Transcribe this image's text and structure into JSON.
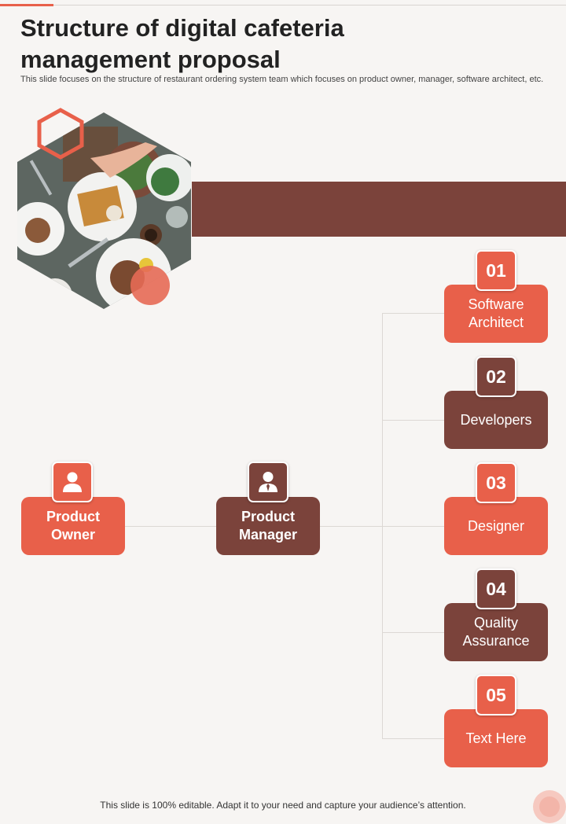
{
  "header": {
    "title": "Structure of digital cafeteria management proposal",
    "subtitle": "This slide focuses on the structure of restaurant ordering system team which focuses on product owner, manager, software architect, etc."
  },
  "colors": {
    "accent_orange": "#e8604a",
    "accent_brown": "#7b433b",
    "background": "#f7f5f3"
  },
  "org_chart": {
    "owner": {
      "label": "Product Owner",
      "icon": "user-icon"
    },
    "manager": {
      "label": "Product Manager",
      "icon": "manager-icon"
    },
    "roles": [
      {
        "number": "01",
        "label": "Software Architect"
      },
      {
        "number": "02",
        "label": "Developers"
      },
      {
        "number": "03",
        "label": "Designer"
      },
      {
        "number": "04",
        "label": "Quality Assurance"
      },
      {
        "number": "05",
        "label": "Text Here"
      }
    ]
  },
  "footer": {
    "text": "This slide is 100% editable. Adapt it to your need and capture your audience’s attention."
  }
}
